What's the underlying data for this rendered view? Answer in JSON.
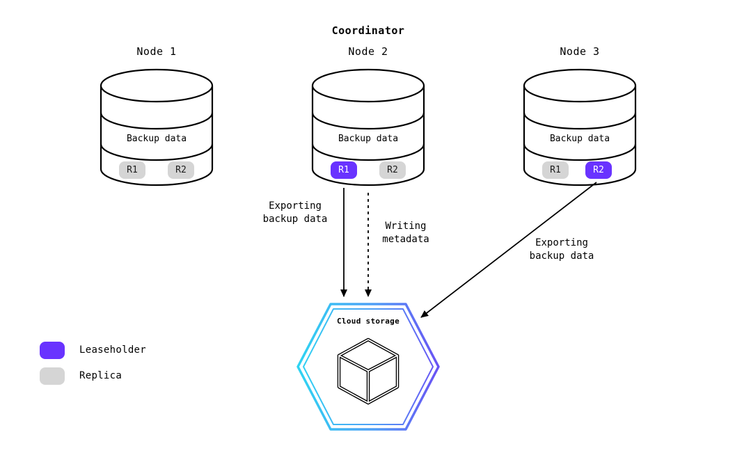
{
  "title": "Coordinator",
  "nodes": [
    {
      "label": "Node 1",
      "data_label": "Backup data",
      "replicas": [
        {
          "id": "R1",
          "role": "replica"
        },
        {
          "id": "R2",
          "role": "replica"
        }
      ]
    },
    {
      "label": "Node 2",
      "data_label": "Backup data",
      "replicas": [
        {
          "id": "R1",
          "role": "leaseholder"
        },
        {
          "id": "R2",
          "role": "replica"
        }
      ]
    },
    {
      "label": "Node 3",
      "data_label": "Backup data",
      "replicas": [
        {
          "id": "R1",
          "role": "replica"
        },
        {
          "id": "R2",
          "role": "leaseholder"
        }
      ]
    }
  ],
  "edges": [
    {
      "label": "Exporting\nbackup data",
      "style": "solid",
      "from": "Node 2 R1",
      "to": "Cloud storage"
    },
    {
      "label": "Writing\nmetadata",
      "style": "dashed",
      "from": "Node 2",
      "to": "Cloud storage"
    },
    {
      "label": "Exporting\nbackup data",
      "style": "solid",
      "from": "Node 3 R2",
      "to": "Cloud storage"
    }
  ],
  "cloud_storage": {
    "label": "Cloud storage"
  },
  "legend": [
    {
      "label": "Leaseholder",
      "color": "#6933ff"
    },
    {
      "label": "Replica",
      "color": "#d5d5d5"
    }
  ],
  "colors": {
    "leaseholder": "#6933ff",
    "replica": "#d5d5d5",
    "outline": "#000000",
    "hexagon_gradient_start": "#2fd4f2",
    "hexagon_gradient_end": "#6a52f4"
  }
}
